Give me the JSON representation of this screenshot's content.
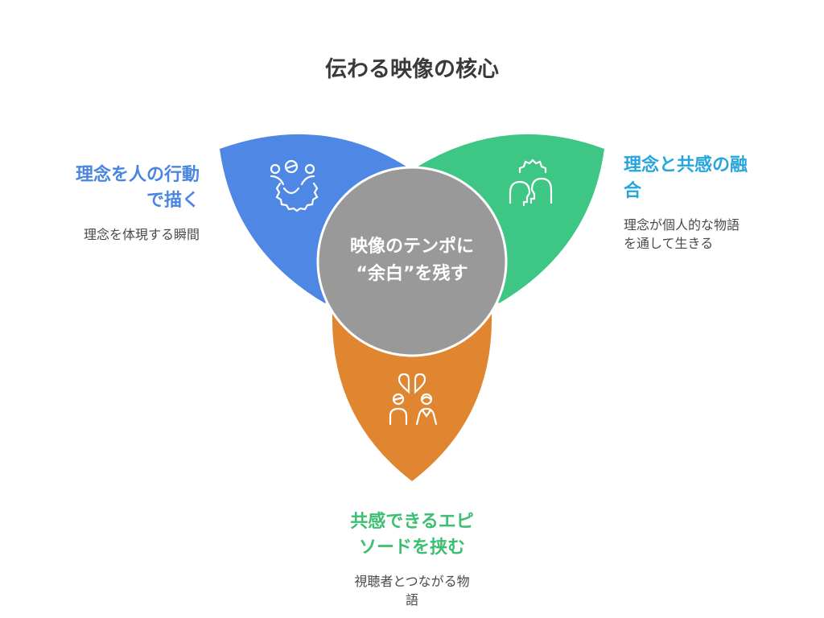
{
  "title": "伝わる映像の核心",
  "center": {
    "lines": [
      "映像のテンポに",
      "“余白”を残す"
    ]
  },
  "colors": {
    "blue": "#4e87e4",
    "green": "#3ec684",
    "orange": "#e08530",
    "center": "#999999"
  },
  "items": [
    {
      "title_lines": [
        "理念を人の行動",
        "で描く"
      ],
      "body_lines": [
        "理念を体現する瞬間"
      ],
      "icon": "team-gear-icon"
    },
    {
      "title_lines": [
        "理念と共感の融",
        "合"
      ],
      "body_lines": [
        "理念が個人的な物語",
        "を通して生きる"
      ],
      "icon": "two-heads-icon"
    },
    {
      "title_lines": [
        "共感できるエピ",
        "ソードを挟む"
      ],
      "body_lines": [
        "視聴者とつながる物",
        "語"
      ],
      "icon": "two-people-conversation-icon"
    }
  ]
}
